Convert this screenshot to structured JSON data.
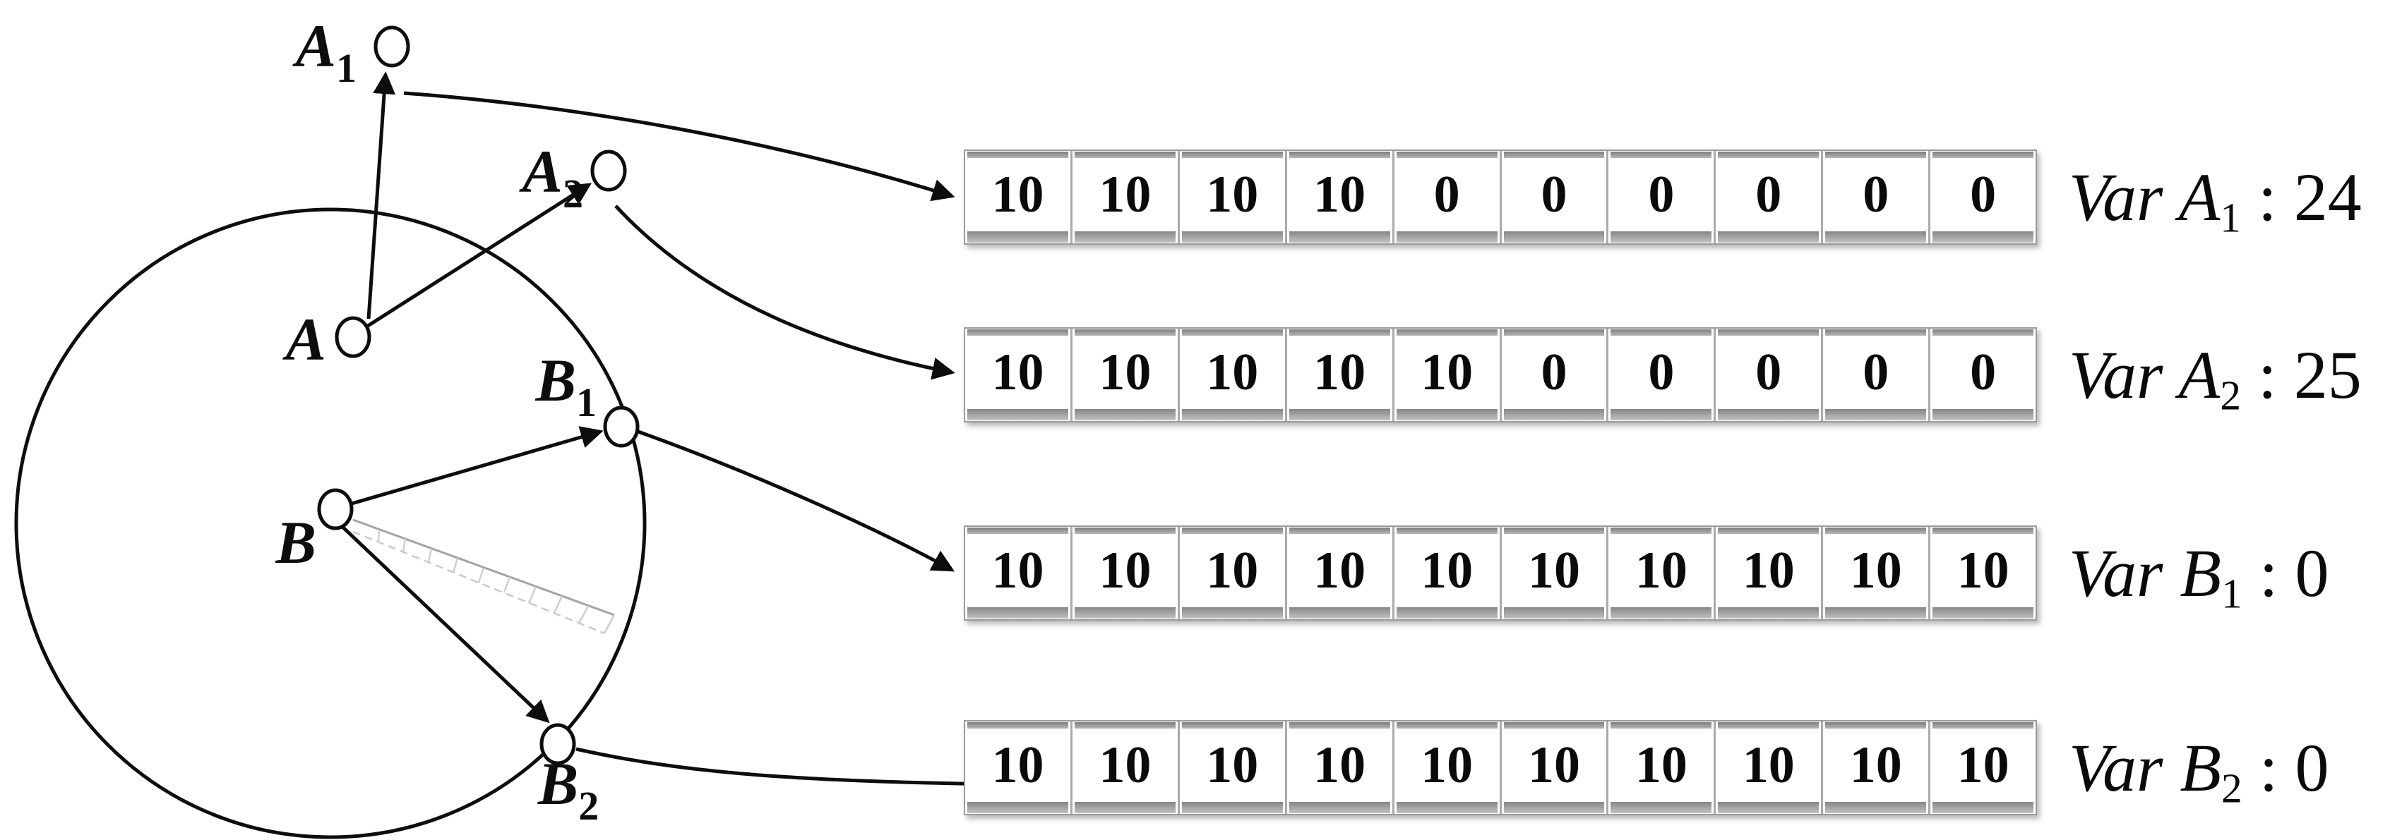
{
  "points": {
    "A": {
      "base": "A",
      "sub": ""
    },
    "A1": {
      "base": "A",
      "sub": "1"
    },
    "A2": {
      "base": "A",
      "sub": "2"
    },
    "B": {
      "base": "B",
      "sub": ""
    },
    "B1": {
      "base": "B",
      "sub": "1"
    },
    "B2": {
      "base": "B",
      "sub": "2"
    }
  },
  "rows": [
    {
      "cells": [
        "10",
        "10",
        "10",
        "10",
        "0",
        "0",
        "0",
        "0",
        "0",
        "0"
      ],
      "label": {
        "prefix": "Var ",
        "letter": "A",
        "sub": "1",
        "colon": " : ",
        "value": "24"
      }
    },
    {
      "cells": [
        "10",
        "10",
        "10",
        "10",
        "10",
        "0",
        "0",
        "0",
        "0",
        "0"
      ],
      "label": {
        "prefix": "Var ",
        "letter": "A",
        "sub": "2",
        "colon": " : ",
        "value": "25"
      }
    },
    {
      "cells": [
        "10",
        "10",
        "10",
        "10",
        "10",
        "10",
        "10",
        "10",
        "10",
        "10"
      ],
      "label": {
        "prefix": "Var ",
        "letter": "B",
        "sub": "1",
        "colon": " : ",
        "value": "0"
      }
    },
    {
      "cells": [
        "10",
        "10",
        "10",
        "10",
        "10",
        "10",
        "10",
        "10",
        "10",
        "10"
      ],
      "label": {
        "prefix": "Var ",
        "letter": "B",
        "sub": "2",
        "colon": " : ",
        "value": "0"
      }
    }
  ],
  "colors": {
    "ink": "#0d0d0d",
    "strip_border": "#9b9b9b",
    "bar_gray": "#868686",
    "separator_gray": "#aaaaaa",
    "hatch_gray": "#c4c4c4"
  }
}
